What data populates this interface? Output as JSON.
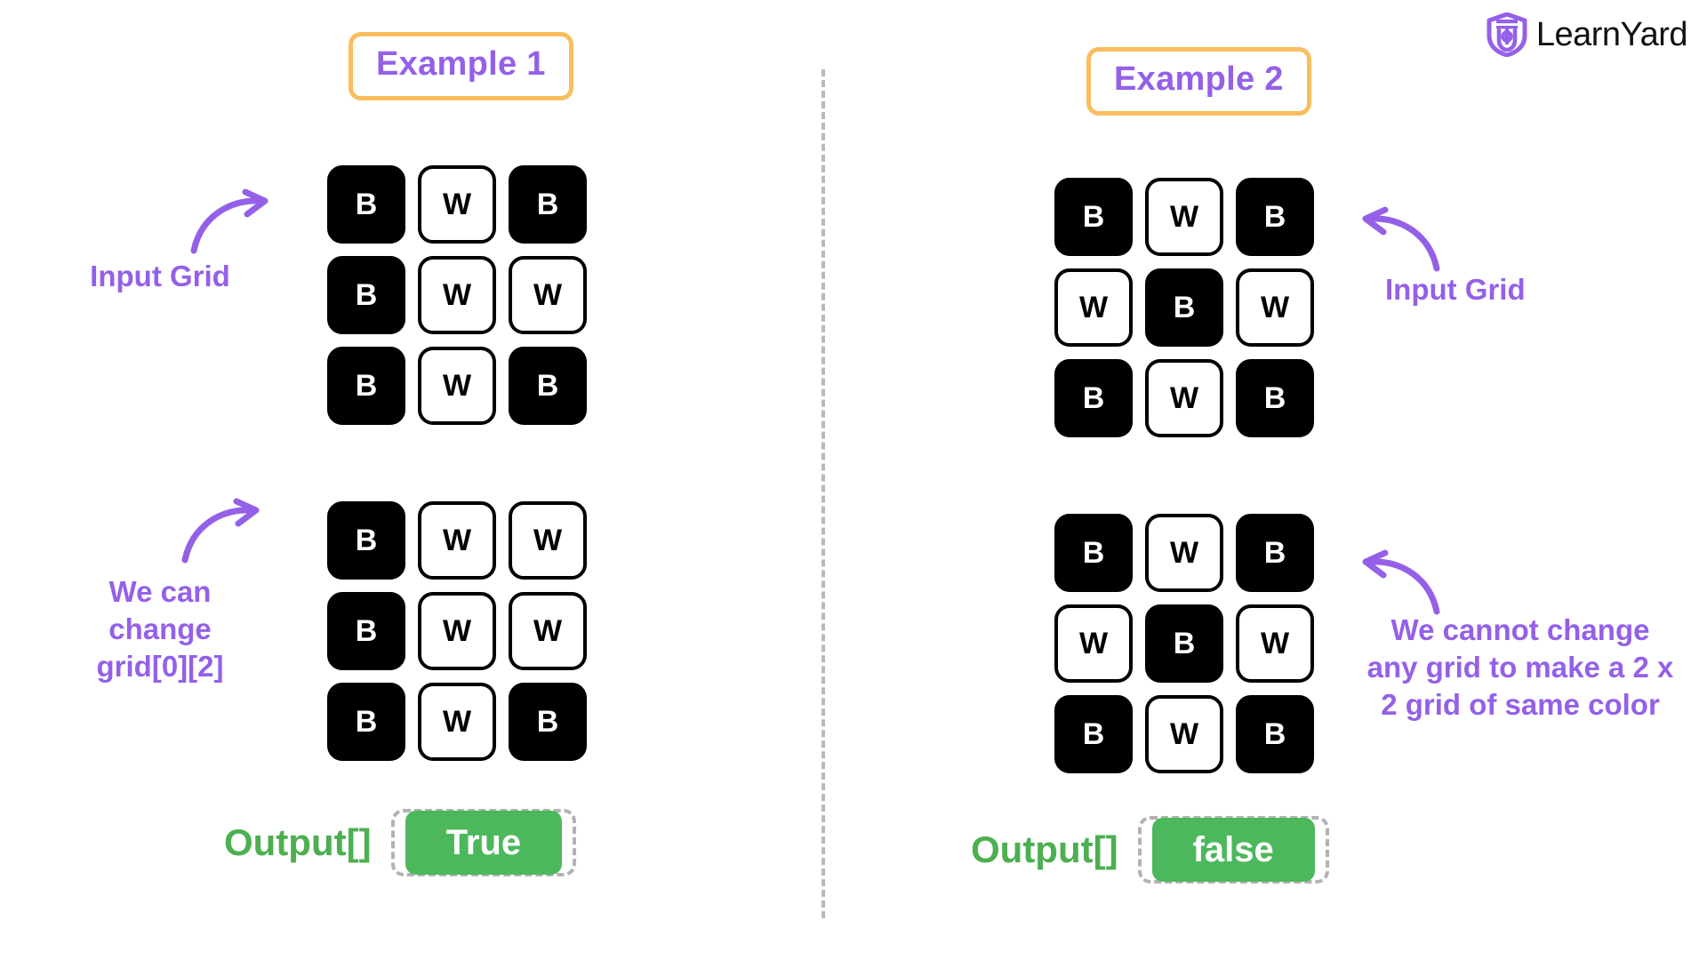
{
  "brand": {
    "name": "LearnYard",
    "logo_icon": "learnyard-shield-icon",
    "mark_color": "#9460e8",
    "text_color": "#111111"
  },
  "theme": {
    "accent_purple": "#9460e8",
    "chip_border_orange": "#f9bd5e",
    "output_green": "#4caf50",
    "pill_green": "#4cb85c",
    "divider_gray": "#b9b9b9",
    "dash_gray": "#b2b2b2",
    "black": "#000000",
    "white": "#ffffff"
  },
  "divider": {
    "style": "vertical-dashed"
  },
  "examples": [
    {
      "id": "example-1",
      "title": "Example 1",
      "input_annotation": "Input Grid",
      "input_arrow_icon": "curved-arrow-right-icon",
      "result_annotation_lines": [
        "We can",
        "change",
        "grid[0][2]"
      ],
      "result_arrow_icon": "curved-arrow-right-icon",
      "output_label": "Output[]",
      "output_value": "True",
      "input_grid": [
        [
          "B",
          "W",
          "B"
        ],
        [
          "B",
          "W",
          "W"
        ],
        [
          "B",
          "W",
          "B"
        ]
      ],
      "result_grid": [
        [
          "B",
          "W",
          "W"
        ],
        [
          "B",
          "W",
          "W"
        ],
        [
          "B",
          "W",
          "B"
        ]
      ]
    },
    {
      "id": "example-2",
      "title": "Example 2",
      "input_annotation": "Input Grid",
      "input_arrow_icon": "curved-arrow-left-icon",
      "result_annotation_lines": [
        "We cannot change",
        "any grid to make a 2 x",
        "2 grid of same color"
      ],
      "result_arrow_icon": "curved-arrow-left-icon",
      "output_label": "Output[]",
      "output_value": "false",
      "input_grid": [
        [
          "B",
          "W",
          "B"
        ],
        [
          "W",
          "B",
          "W"
        ],
        [
          "B",
          "W",
          "B"
        ]
      ],
      "result_grid": [
        [
          "B",
          "W",
          "B"
        ],
        [
          "W",
          "B",
          "W"
        ],
        [
          "B",
          "W",
          "B"
        ]
      ]
    }
  ]
}
